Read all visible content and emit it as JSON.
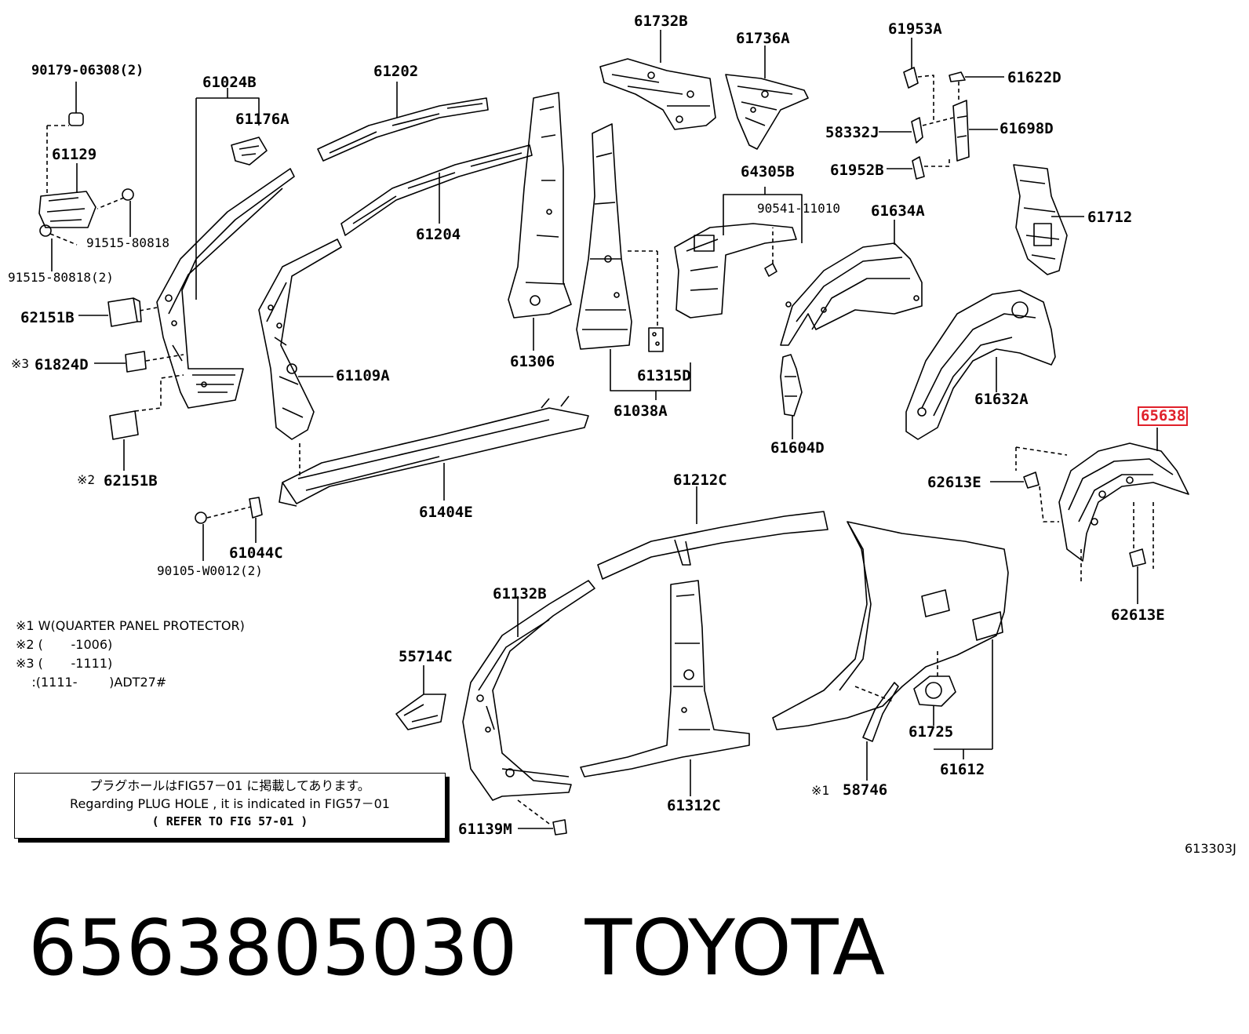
{
  "parts": {
    "p1": "90179-06308(2)",
    "p2": "61024B",
    "p3": "61202",
    "p4": "61732B",
    "p5": "61736A",
    "p6": "61953A",
    "p7": "61622D",
    "p8": "61176A",
    "p9": "61129",
    "p10": "58332J",
    "p11": "61698D",
    "p12": "61952B",
    "p13": "64305B",
    "p14": "90541-11010",
    "p15": "61634A",
    "p16": "61204",
    "p17": "61712",
    "p18": "91515-80818",
    "p19": "91515-80818(2)",
    "p20": "62151B",
    "p21": "61109A",
    "p22": "61306",
    "p23": "61315D",
    "p24": "61824D",
    "p25": "61038A",
    "p26": "61632A",
    "p27": "61604D",
    "p28": "62151B",
    "p29": "61212C",
    "p30": "62613E",
    "p31": "61404E",
    "p32": "61044C",
    "p33": "90105-W0012(2)",
    "p34": "61132B",
    "p35": "62613E",
    "p36": "55714C",
    "p37": "61725",
    "p38": "61612",
    "p39": "58746",
    "p40": "61312C",
    "p41": "61139M",
    "p42": "65638"
  },
  "marks": {
    "m3": "※3",
    "m2": "※2",
    "m1": "※1"
  },
  "notes": {
    "n1": "※1 W(QUARTER PANEL PROTECTOR)",
    "n2": "※2 (       -1006)",
    "n3": "※3 (       -1111)",
    "n4": "    :(1111-        )ADT27#"
  },
  "refbox": {
    "jp": "プラグホールはFIG57－01 に掲載してあります。",
    "en": "Regarding  PLUG  HOLE  , it  is  indicated  in  FIG57－01",
    "ref": "(   REFER TO FIG 57-01 )"
  },
  "diagram_id": "613303J",
  "caption": {
    "part_number": "6563805030",
    "brand": "TOYOTA"
  },
  "colors": {
    "highlight": "#e0202a",
    "ink": "#000000"
  }
}
